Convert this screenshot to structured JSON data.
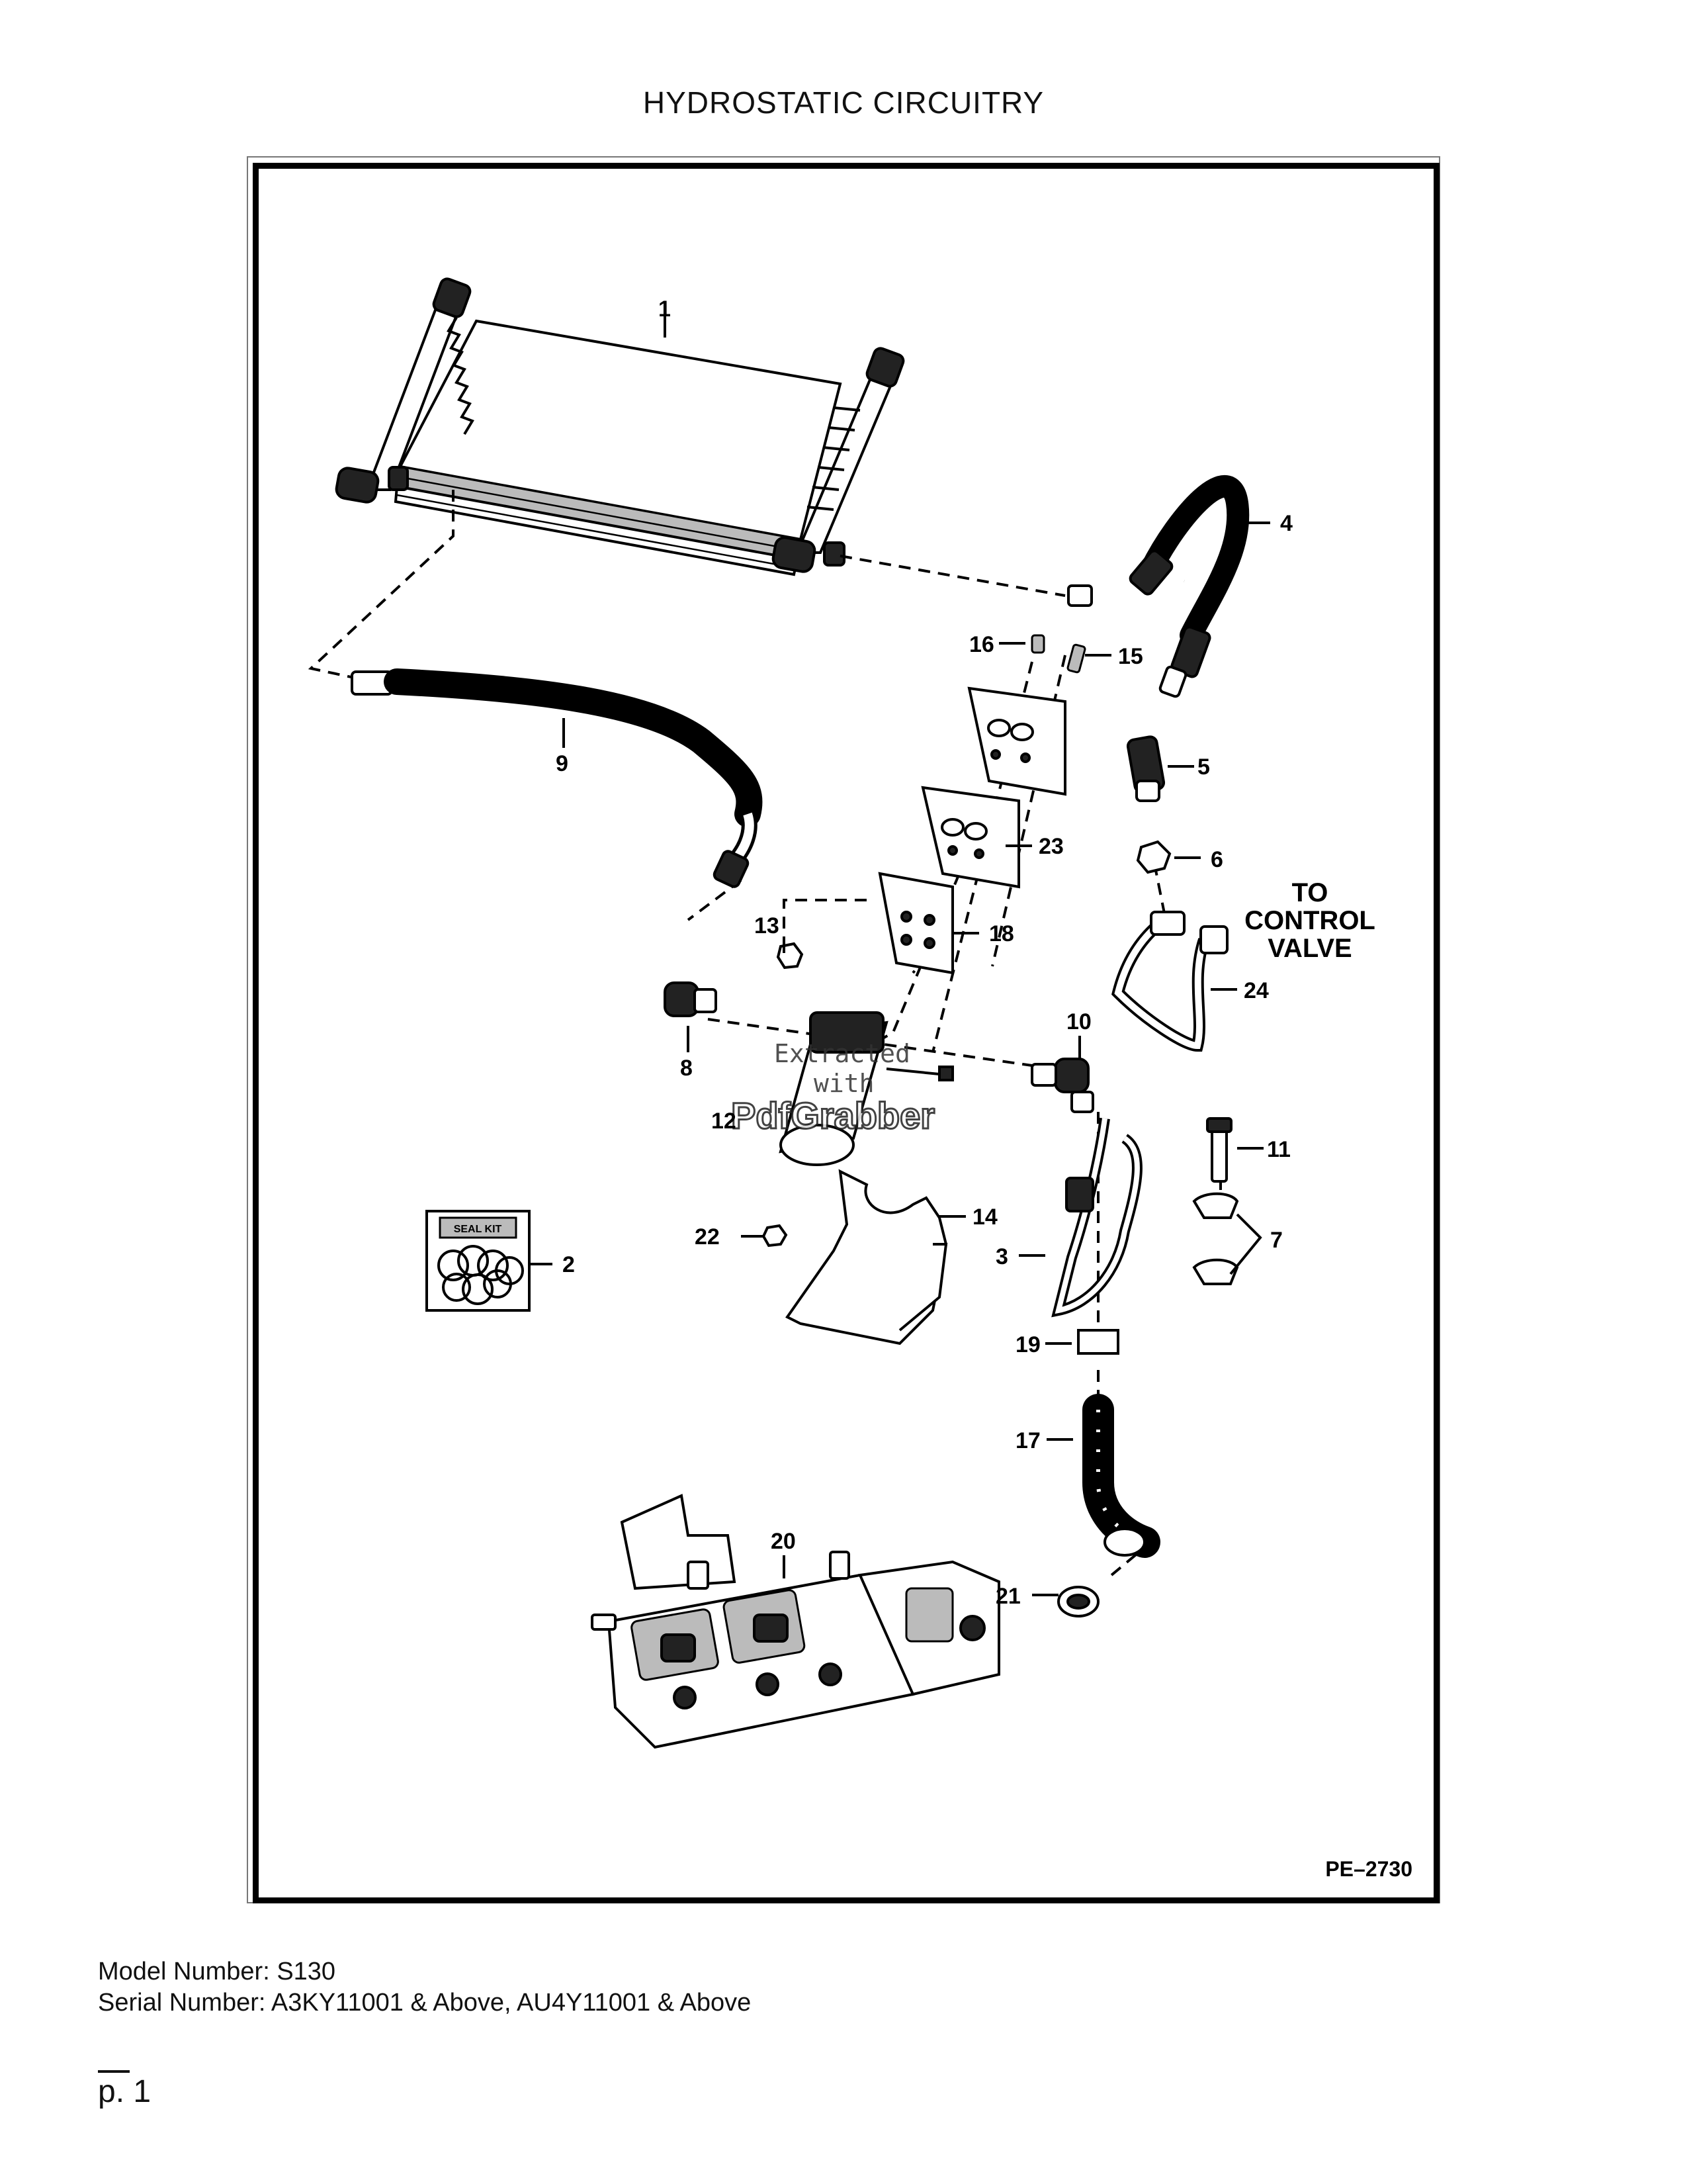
{
  "page": {
    "title": "HYDROSTATIC CIRCUITRY",
    "figure_code": "PE–2730",
    "model_line": "Model Number: S130",
    "serial_line": "Serial Number: A3KY11001 & Above, AU4Y11001 & Above",
    "page_number": "p. 1"
  },
  "diagram": {
    "note": [
      "TO",
      "CONTROL",
      "VALVE"
    ],
    "seal_kit_label": "SEAL KIT",
    "watermark": [
      "Extracted",
      "with",
      "PdfGrabber"
    ],
    "callouts": {
      "c1": "1",
      "c2": "2",
      "c3": "3",
      "c4": "4",
      "c5": "5",
      "c6": "6",
      "c7": "7",
      "c8": "8",
      "c9": "9",
      "c10": "10",
      "c11": "11",
      "c12": "12",
      "c13": "13",
      "c14": "14",
      "c15": "15",
      "c16": "16",
      "c17": "17",
      "c18": "18",
      "c19": "19",
      "c20": "20",
      "c21": "21",
      "c22": "22",
      "c23": "23",
      "c24": "24"
    }
  }
}
